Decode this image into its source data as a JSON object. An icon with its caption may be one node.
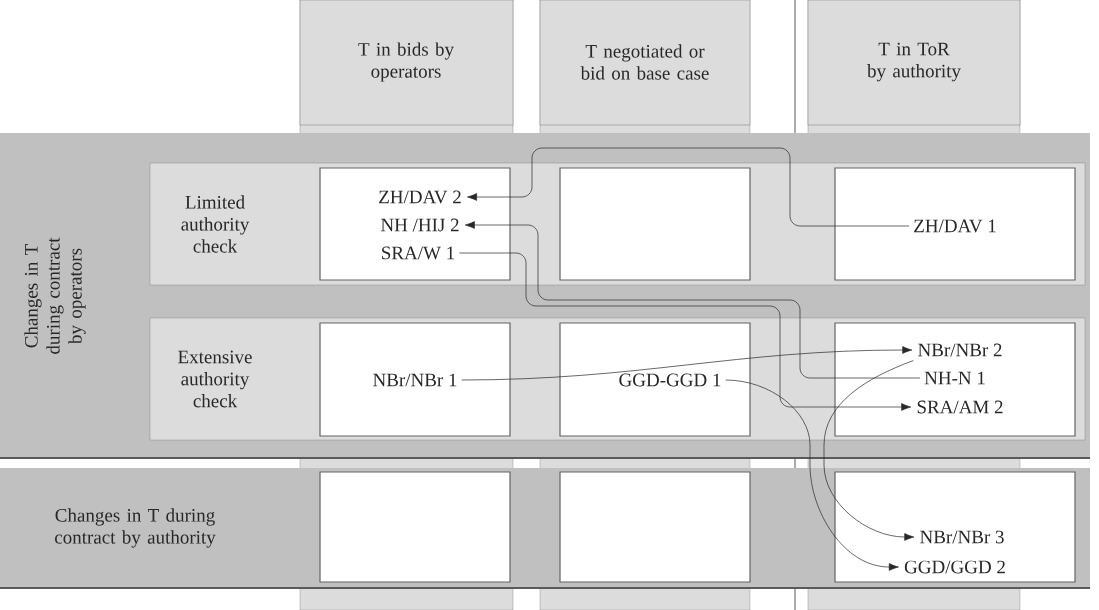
{
  "diagram": {
    "nodes": [
      {
        "text": [
          "T in bids by operators"
        ]
      },
      {
        "text": [
          "T negotiated or bid on base case"
        ]
      },
      {
        "text": [
          "T in ToR by authority"
        ]
      },
      {
        "text": [
          "Changes in T during contract by operators"
        ]
      },
      {
        "text": [
          "Limited authority check"
        ],
        "in": 3
      },
      {
        "text": [],
        "shape": "box",
        "in": 4
      },
      {
        "text": [
          "ZH/DAV 2"
        ],
        "in": 5
      },
      {
        "text": [
          "NH /HIJ 2"
        ],
        "in": 5
      },
      {
        "text": [
          "SRA/W 1"
        ],
        "in": 5
      },
      {
        "text": [],
        "shape": "box",
        "in": 4
      },
      {
        "text": [],
        "shape": "box",
        "in": 4
      },
      {
        "text": [
          "ZH/DAV 1"
        ],
        "in": 10
      },
      {
        "text": [
          "Extensive authority check"
        ],
        "in": 3
      },
      {
        "text": [],
        "shape": "box",
        "in": 12
      },
      {
        "text": [
          "NBr/NBr 1"
        ],
        "in": 13
      },
      {
        "text": [],
        "shape": "box",
        "in": 12
      },
      {
        "text": [
          "GGD-GGD 1"
        ],
        "in": 15
      },
      {
        "text": [],
        "shape": "box",
        "in": 12
      },
      {
        "text": [
          "NBr/NBr 2"
        ],
        "in": 17
      },
      {
        "text": [
          "NH-N 1"
        ],
        "in": 17
      },
      {
        "text": [
          "SRA/AM 2"
        ],
        "in": 17
      },
      {
        "text": [
          "Changes in T during contract by authority"
        ]
      },
      {
        "text": [],
        "shape": "box",
        "in": 21
      },
      {
        "text": [],
        "shape": "box",
        "in": 21
      },
      {
        "text": [],
        "shape": "box",
        "in": 21
      },
      {
        "text": [
          "NBr/NBr 3"
        ],
        "in": 24
      },
      {
        "text": [
          "GGD/GGD 2"
        ],
        "in": 24
      }
    ],
    "edges": [
      {
        "from": 11,
        "to": 6,
        "arrow": "to"
      },
      {
        "from": 19,
        "to": 7,
        "arrow": "to"
      },
      {
        "from": 8,
        "to": 20,
        "arrow": "to"
      },
      {
        "from": 14,
        "to": 18,
        "arrow": "to"
      },
      {
        "from": 16,
        "to": 26,
        "arrow": "to"
      },
      {
        "from": 18,
        "to": 25,
        "arrow": "to"
      }
    ]
  }
}
